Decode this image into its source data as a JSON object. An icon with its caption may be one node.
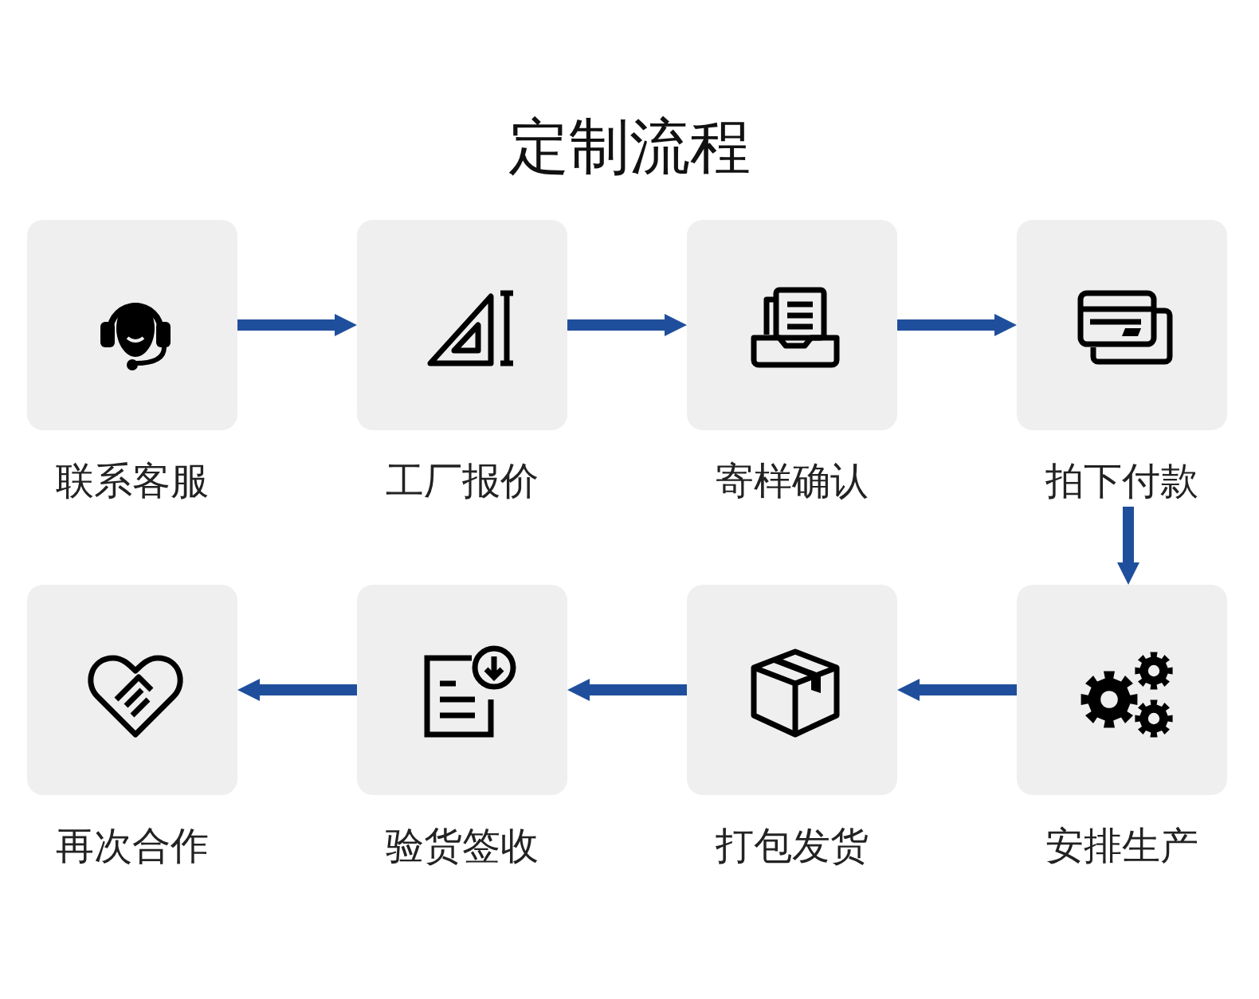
{
  "diagram": {
    "title": "定制流程",
    "nodes": [
      {
        "text": [
          "联系客服"
        ]
      },
      {
        "text": [
          "工厂报价"
        ]
      },
      {
        "text": [
          "寄样确认"
        ]
      },
      {
        "text": [
          "拍下付款"
        ]
      },
      {
        "text": [
          "安排生产"
        ]
      },
      {
        "text": [
          "打包发货"
        ]
      },
      {
        "text": [
          "验货签收"
        ]
      },
      {
        "text": [
          "再次合作"
        ]
      }
    ],
    "edges": [
      {
        "from": 0,
        "to": 1,
        "arrow": "to"
      },
      {
        "from": 1,
        "to": 2,
        "arrow": "to"
      },
      {
        "from": 2,
        "to": 3,
        "arrow": "to"
      },
      {
        "from": 3,
        "to": 4,
        "arrow": "to"
      },
      {
        "from": 4,
        "to": 5,
        "arrow": "to"
      },
      {
        "from": 5,
        "to": 6,
        "arrow": "to"
      },
      {
        "from": 6,
        "to": 7,
        "arrow": "to"
      }
    ]
  }
}
